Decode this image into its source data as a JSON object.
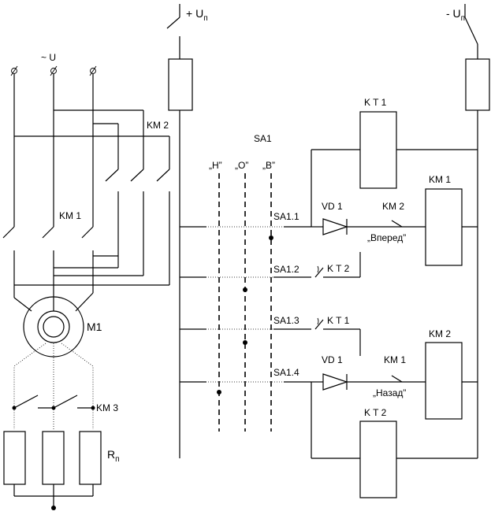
{
  "supply": {
    "plus": "+ U",
    "plus_sub": "п",
    "minus": "- U",
    "minus_sub": "п",
    "ac": "~ U"
  },
  "components": {
    "sa1": "SA1",
    "km1": "KM 1",
    "km2": "KM 2",
    "km3": "KM 3",
    "kt1": "K T  1",
    "kt2": "K T  2",
    "m1": "M1",
    "rp": "R",
    "rp_sub": "п",
    "vd1": "VD 1"
  },
  "positions": {
    "n": "„Н”",
    "o": "„О”",
    "v": "„В”"
  },
  "contacts": {
    "sa11": "SA1.1",
    "sa12": "SA1.2",
    "sa13": "SA1.3",
    "sa14": "SA1.4",
    "kt2_contact": "K T  2",
    "kt1_contact": "K T  1",
    "km2_contact": "KM 2",
    "km1_contact": "KM 1"
  },
  "directions": {
    "forward": "„Вперед”",
    "back": "„Назад”"
  }
}
